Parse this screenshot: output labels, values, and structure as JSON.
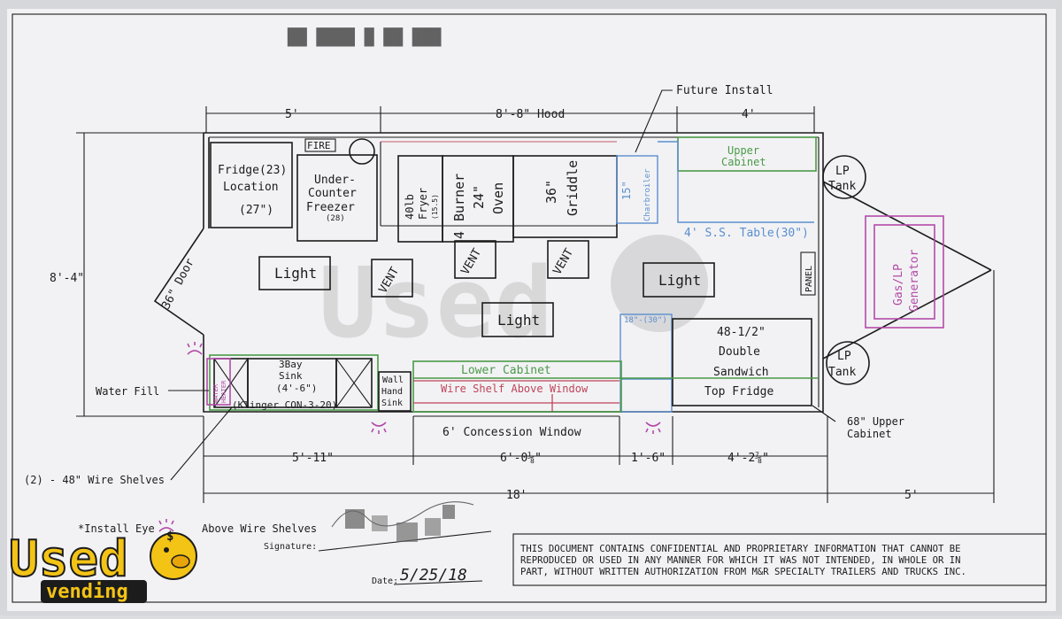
{
  "header": {
    "blurred_title": "██ ████ █ ██ ███"
  },
  "dimensions": {
    "top_5ft": "5'",
    "hood": "8'-8\" Hood",
    "top_4ft": "4'",
    "future_install": "Future Install",
    "height": "8'-4\"",
    "bottom_5_11": "5'-11\"",
    "bottom_6_0": "6'-0⅛\"",
    "bottom_1_6": "1'-6\"",
    "bottom_4_2": "4'-2⅞\"",
    "overall_18": "18'",
    "tongue_5": "5'"
  },
  "equipment": {
    "fire": "FIRE",
    "fridge": [
      "Fridge(23)",
      "Location",
      "(27\")"
    ],
    "freezer": [
      "Under-",
      "Counter",
      "Freezer",
      "(28)"
    ],
    "fryer": [
      "40lb",
      "Fryer",
      "(15.5)"
    ],
    "burner": [
      "4",
      "Burner",
      "24\"",
      "Oven"
    ],
    "griddle": [
      "36\"",
      "Griddle"
    ],
    "charbroiler": [
      "15\"",
      "Charbroiler"
    ],
    "upper_cabinet": [
      "Upper",
      "Cabinet"
    ],
    "ss_table": "4' S.S. Table(30\")",
    "lp_tank_1": [
      "LP",
      "Tank"
    ],
    "lp_tank_2": [
      "LP",
      "Tank"
    ],
    "generator": [
      "Gas/LP",
      "Generator"
    ],
    "panel": "PANEL",
    "door": "36\" Door",
    "light_1": "Light",
    "light_2": "Light",
    "light_3": "Light",
    "vent_1": "VENT",
    "vent_2": "VENT",
    "vent_3": "VENT",
    "space_18_30": "18\"-(30\")",
    "double_fridge": [
      "48-1/2\"",
      "Double",
      "Sandwich",
      "Top Fridge"
    ],
    "lower_cabinet": "Lower Cabinet",
    "wire_shelf": "Wire Shelf Above Window",
    "water_heater": [
      "WATER",
      "HEATER"
    ],
    "sink": [
      "3Bay",
      "Sink",
      "(4'-6\")",
      "(Klinger CON-3-20)"
    ],
    "hand_sink": [
      "Wall",
      "Hand",
      "Sink"
    ],
    "water_fill": "Water Fill",
    "concession_window": "6' Concession Window",
    "upper_cabinet_68": [
      "68\" Upper",
      "Cabinet"
    ]
  },
  "notes": {
    "wire_shelves": "(2) - 48\" Wire Shelves",
    "install_eye": "*Install Eye",
    "above_wire": "Above Wire Shelves",
    "signature_label": "Signature:",
    "date_label": "Date:",
    "date_value": "5/25/18"
  },
  "disclaimer": "THIS DOCUMENT CONTAINS CONFIDENTIAL AND PROPRIETARY INFORMATION THAT CANNOT BE REPRODUCED OR USED IN ANY MANNER FOR WHICH IT WAS NOT INTENDED, IN WHOLE OR IN PART, WITHOUT WRITTEN AUTHORIZATION FROM M&R SPECIALTY TRAILERS AND TRUCKS INC.",
  "disclaimer_lines": [
    "THIS DOCUMENT CONTAINS CONFIDENTIAL AND PROPRIETARY INFORMATION THAT CANNOT BE",
    "REPRODUCED OR USED IN ANY MANNER FOR WHICH IT WAS NOT INTENDED, IN WHOLE OR IN",
    "PART, WITHOUT WRITTEN AUTHORIZATION FROM M&R SPECIALTY TRAILERS AND TRUCKS INC."
  ],
  "watermark": {
    "logo_top": "Used",
    "logo_bottom": "vending",
    "center": "Used"
  },
  "colors": {
    "paper": "#f4f4f6",
    "ink": "#1c1c1c",
    "green": "#4a9a48",
    "blue": "#5a8fcf",
    "red": "#c0445a",
    "magenta": "#b34aa8",
    "logo_yellow": "#f3c316"
  }
}
